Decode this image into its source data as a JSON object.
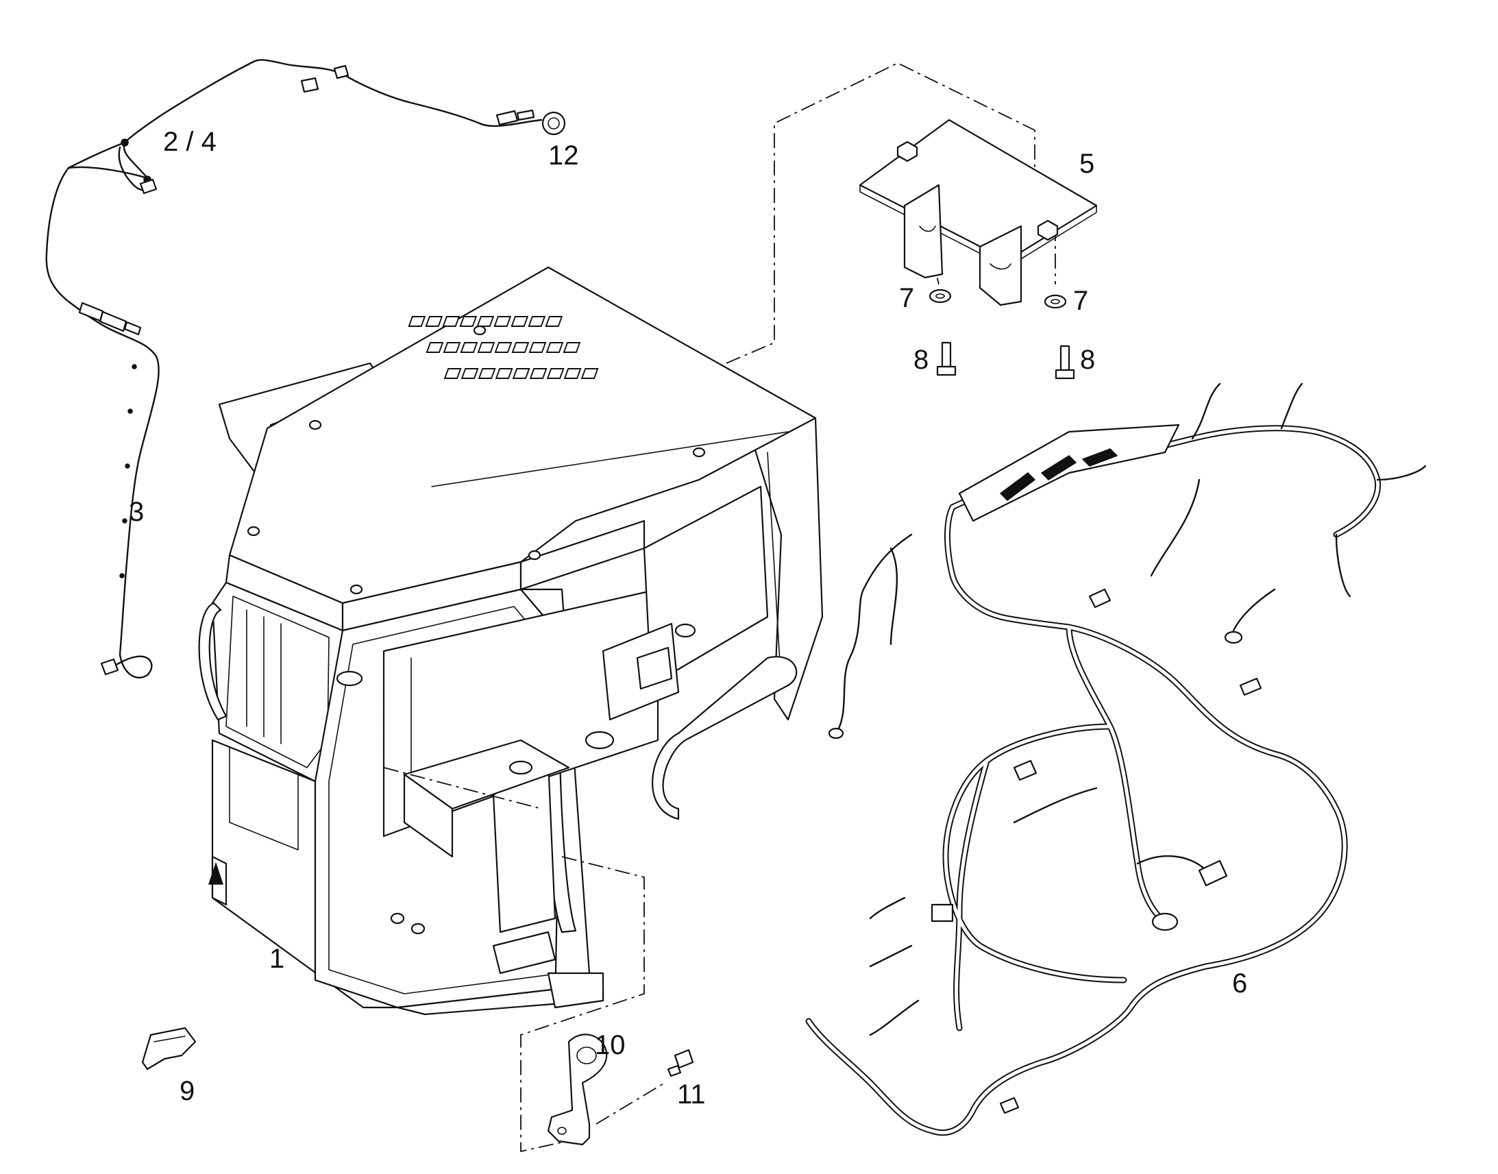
{
  "labels": {
    "p1": "1",
    "p2_4": "2 / 4",
    "p3": "3",
    "p5": "5",
    "p6": "6",
    "p7a": "7",
    "p7b": "7",
    "p8a": "8",
    "p8b": "8",
    "p9": "9",
    "p10": "10",
    "p11": "11",
    "p12": "12"
  }
}
